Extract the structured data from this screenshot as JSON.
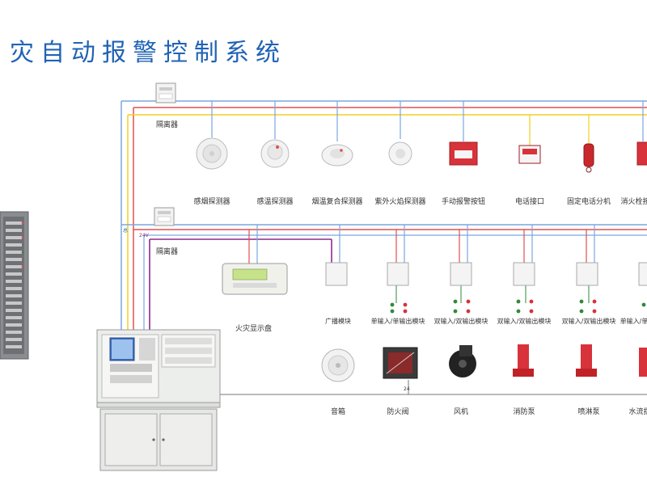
{
  "title": "灾自动报警控制系统",
  "labels": {
    "isolator_top": "隔离器",
    "isolator_mid": "隔离器",
    "bus_24v": "24V",
    "display": "火灾显示盘",
    "small_24v": "24",
    "s_mark": "总"
  },
  "detectors": [
    {
      "id": "smoke",
      "label": "感烟探测器"
    },
    {
      "id": "heat",
      "label": "感温探测器"
    },
    {
      "id": "combo",
      "label": "烟温复合探测器"
    },
    {
      "id": "flame",
      "label": "紫外火焰探测器"
    },
    {
      "id": "manual",
      "label": "手动报警按钮"
    },
    {
      "id": "phone",
      "label": "电话接口"
    },
    {
      "id": "handset",
      "label": "固定电话分机"
    },
    {
      "id": "hydrant",
      "label": "消火栓按钮"
    }
  ],
  "modules": [
    {
      "id": "broadcast",
      "label": "广播模块",
      "device": "音箱"
    },
    {
      "id": "damper",
      "label": "单输入/单输出模块",
      "device": "防火阀"
    },
    {
      "id": "fan",
      "label": "双输入/双输出模块",
      "device": "风机"
    },
    {
      "id": "pump",
      "label": "双输入/双输出模块",
      "device": "消防泵"
    },
    {
      "id": "spray",
      "label": "双输入/双输出模块",
      "device": "喷淋泵"
    },
    {
      "id": "extra",
      "label": "单输入/单输出模块",
      "device": "水流指示器"
    }
  ],
  "colors": {
    "title": "#1f63b5",
    "wire_blue": "#7aa7e0",
    "wire_red": "#e05050",
    "wire_yellow": "#f0d020",
    "wire_purple": "#8a2a8a",
    "wire_green": "#2f8a3a",
    "wire_gray": "#777777"
  }
}
